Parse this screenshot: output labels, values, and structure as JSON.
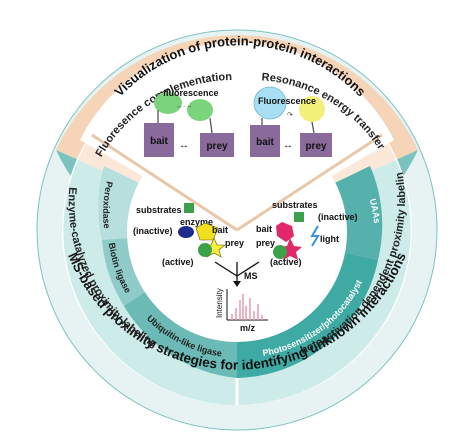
{
  "outer": {
    "top_title": "Visualization of protein-protein interactions",
    "bottom_title": "MS-based proximity strategies for identifying unknown interactions"
  },
  "top_section": {
    "left_heading": "Fluoresence complementation",
    "right_heading": "Resonance energy transfer",
    "left": {
      "fluorescence": "fluorescence",
      "bait": "bait",
      "prey": "prey"
    },
    "right": {
      "fluorescence": "Fluorescence",
      "bait": "bait",
      "prey": "prey"
    }
  },
  "left_section": {
    "ring_label": "Enzyme-catalyzed proximity labeling",
    "segments": [
      "Peroxidase",
      "Biotin ligase",
      "Ubiquitin-like ligase"
    ]
  },
  "right_section": {
    "ring_label": "Photoactivation dependent proximity labeling",
    "segments": [
      "UAAs",
      "Photosensitizer/photocatalyst"
    ]
  },
  "center": {
    "left_substrates": "substrates",
    "left_inactive": "(inactive)",
    "enzyme": "enzyme",
    "left_bait": "bait",
    "left_prey": "prey",
    "left_active": "(active)",
    "right_substrates": "substrates",
    "right_inactive": "(inactive)",
    "right_bait": "bait",
    "right_prey": "prey",
    "light": "light",
    "right_active": "(active)",
    "ms": "MS",
    "ylabel": "Intensity",
    "xlabel": "m/z"
  },
  "colors": {
    "teal_dark": "#3fa9a4",
    "teal_light": "#9fd4d2",
    "teal_pale": "#cdebe9",
    "peach": "#f6d4b8",
    "peach_pale": "#fbe8d9",
    "purple": "#8a6a9a",
    "green": "#6fcf6f",
    "blue_light": "#a9dff2",
    "yellow": "#f3f07a",
    "pink": "#e8a0b0"
  }
}
